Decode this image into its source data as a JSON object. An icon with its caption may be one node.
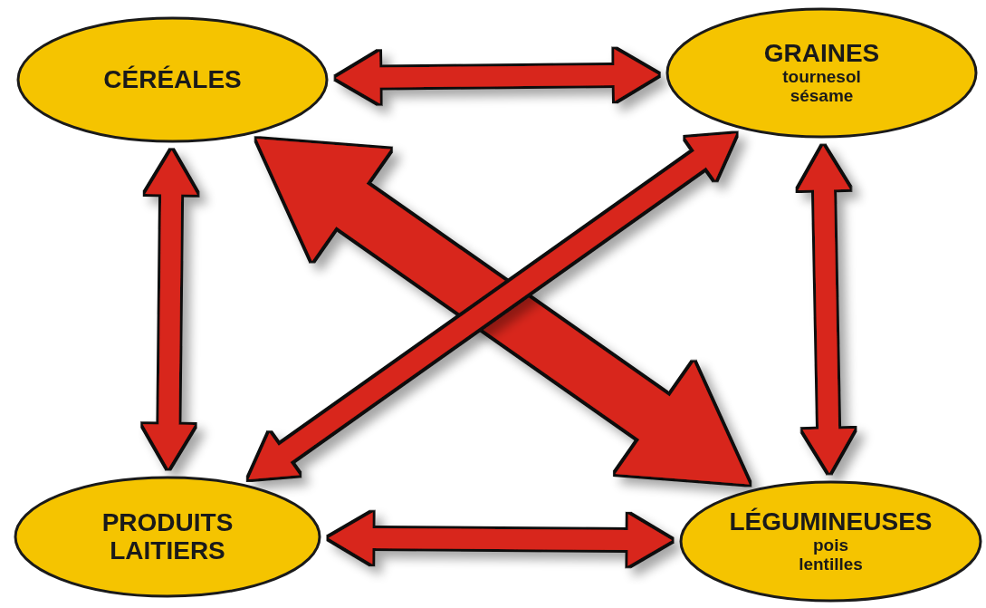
{
  "diagram": {
    "nodes": [
      {
        "text": [
          "CÉRÉALES"
        ]
      },
      {
        "text": [
          "GRAINES",
          "tournesol sésame"
        ]
      },
      {
        "text": [
          "PRODUITS LAITIERS"
        ]
      },
      {
        "text": [
          "LÉGUMINEUSES",
          "pois lentilles"
        ]
      }
    ],
    "edges": [
      {
        "from": 0,
        "to": 1,
        "arrow": "both"
      },
      {
        "from": 0,
        "to": 2,
        "arrow": "both"
      },
      {
        "from": 1,
        "to": 3,
        "arrow": "both"
      },
      {
        "from": 2,
        "to": 3,
        "arrow": "both"
      },
      {
        "from": 0,
        "to": 3,
        "arrow": "both",
        "style": "thick"
      },
      {
        "from": 1,
        "to": 2,
        "arrow": "both"
      }
    ]
  }
}
